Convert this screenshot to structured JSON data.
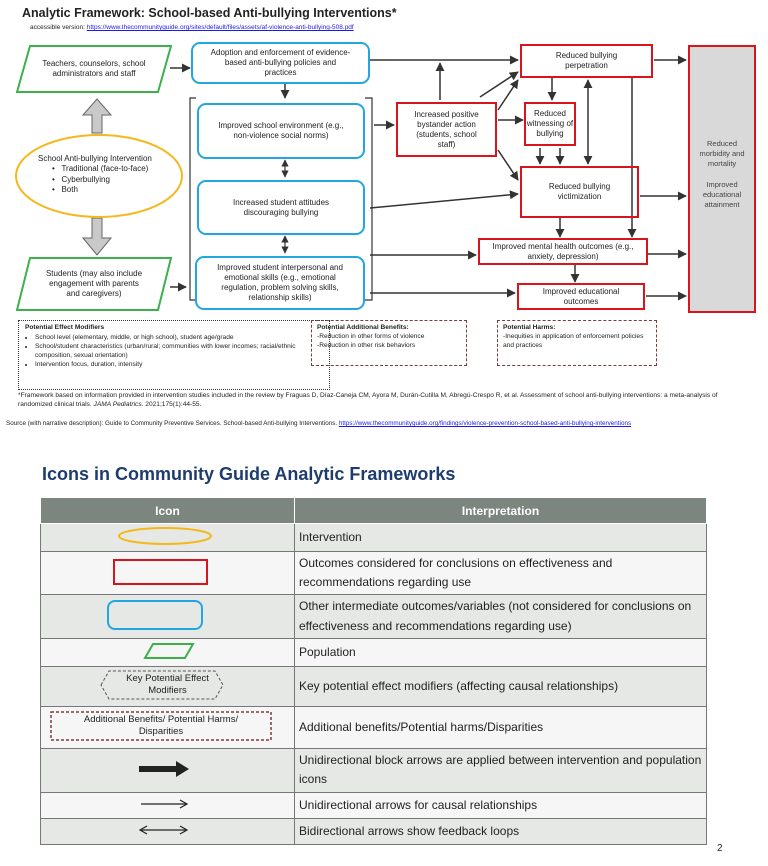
{
  "title": "Analytic Framework: School-based Anti-bullying Interventions*",
  "accessible_label": "accessible version:",
  "accessible_url": "https://www.thecommunityguide.org/sites/default/files/assets/af-violence-anti-bullying-508.pdf",
  "population_top": "Teachers, counselors, school administrators and staff",
  "intervention": {
    "title": "School Anti-bullying Intervention",
    "items": [
      "Traditional (face-to-face)",
      "Cyberbullying",
      "Both"
    ]
  },
  "population_bottom": "Students (may also include engagement with parents and caregivers)",
  "intermediates": {
    "adoption": "Adoption and enforcement of evidence-based anti-bullying policies and practices",
    "environment": "Improved school environment (e.g., non-violence social norms)",
    "attitudes": "Increased student attitudes discouraging bullying",
    "skills": "Improved student interpersonal and emotional skills (e.g., emotional regulation, problem solving skills, relationship skills)",
    "bystander": "Increased positive bystander action (students, school staff)"
  },
  "outcomes": {
    "perpetration": "Reduced bullying perpetration",
    "witnessing": "Reduced witnessing of bullying",
    "victimization": "Reduced bullying victimization",
    "mental_health": "Improved mental health outcomes (e.g., anxiety, depression)",
    "educational": "Improved educational outcomes"
  },
  "final_outcome": {
    "line1": "Reduced morbidity and mortality",
    "line2": "Improved educational attainment"
  },
  "effect_modifiers": {
    "heading": "Potential Effect Modifiers",
    "items": [
      "School level (elementary, middle, or high school), student age/grade",
      "School/student characteristics (urban/rural; communities with lower incomes; racial/ethnic composition, sexual orientation)",
      "Intervention focus, duration, intensity"
    ]
  },
  "additional_benefits": {
    "heading": "Potential Additional Benefits:",
    "items": [
      "-Reduction in other forms of violence",
      "-Reduction in other risk behaviors"
    ]
  },
  "potential_harms": {
    "heading": "Potential Harms:",
    "text": "-Inequities in application of enforcement policies and practices"
  },
  "footnote_part1": "*Framework based on information provided in intervention studies included in the review by Fraguas D, Díaz-Caneja CM, Ayora M, Durán-Cutilla M, Abregú-Crespo R, et al. Assessment of school anti-bullying interventions: a meta-analysis of randomized clinical trials.",
  "footnote_journal": "JAMA Pediatrics",
  "footnote_part2": ". 2021;175(1):44-55.",
  "source_label": "Source (with narrative description): Guide to Community Preventive Services. School-based Anti-bullying Interventions.",
  "source_url": "https://www.thecommunityguide.org/findings/violence-prevention-school-based-anti-bullying-interventions",
  "icons_title": "Icons in Community Guide Analytic Frameworks",
  "legend": {
    "col_icon": "Icon",
    "col_interp": "Interpretation",
    "rows": [
      {
        "icon": "intervention-oval",
        "text": "Intervention"
      },
      {
        "icon": "outcome-red-box",
        "text": "Outcomes considered for conclusions on effectiveness and recommendations regarding use"
      },
      {
        "icon": "intermediate-blue-box",
        "text": "Other intermediate outcomes/variables (not considered for conclusions on effectiveness and recommendations regarding use)"
      },
      {
        "icon": "population-parallelogram",
        "text": "Population"
      },
      {
        "icon": "effect-modifier-hexagon",
        "icon_label": "Key Potential Effect Modifiers",
        "text": "Key potential effect modifiers (affecting causal relationships)"
      },
      {
        "icon": "dashed-box",
        "icon_label": "Additional Benefits/ Potential Harms/ Disparities",
        "text": "Additional benefits/Potential harms/Disparities"
      },
      {
        "icon": "block-arrow",
        "text": "Unidirectional block arrows are applied between intervention and population icons"
      },
      {
        "icon": "thin-arrow",
        "text": "Unidirectional arrows for causal relationships"
      },
      {
        "icon": "double-arrow",
        "text": "Bidirectional arrows show feedback loops"
      }
    ]
  },
  "page_number": "2",
  "colors": {
    "intervention": "#f5b81c",
    "outcome": "#d8151b",
    "intermediate": "#23a6e0",
    "population": "#3cb04a",
    "final_fill": "#d9d9d9",
    "heading": "#1e3c6e",
    "table_header": "#7d857f"
  }
}
